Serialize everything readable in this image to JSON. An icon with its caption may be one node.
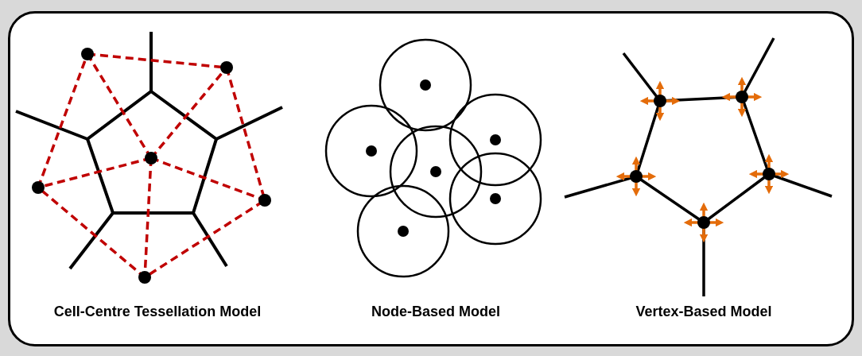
{
  "diagram": {
    "labels": [
      "Cell-Centre Tessellation Model",
      "Node-Based Model",
      "Vertex-Based Model"
    ]
  }
}
